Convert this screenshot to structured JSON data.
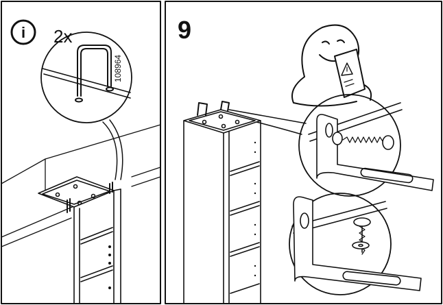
{
  "left_panel": {
    "info_symbol": "i",
    "quantity": "2x",
    "part_number": "108964"
  },
  "right_panel": {
    "step_number": "9"
  },
  "colors": {
    "ink": "#111111",
    "paper": "#ffffff"
  },
  "icons": [
    "info-icon",
    "staple-bracket-icon",
    "person-reading-manual-icon",
    "warning-triangle-icon",
    "wall-bracket-icon",
    "screw-icon",
    "washer-icon"
  ]
}
